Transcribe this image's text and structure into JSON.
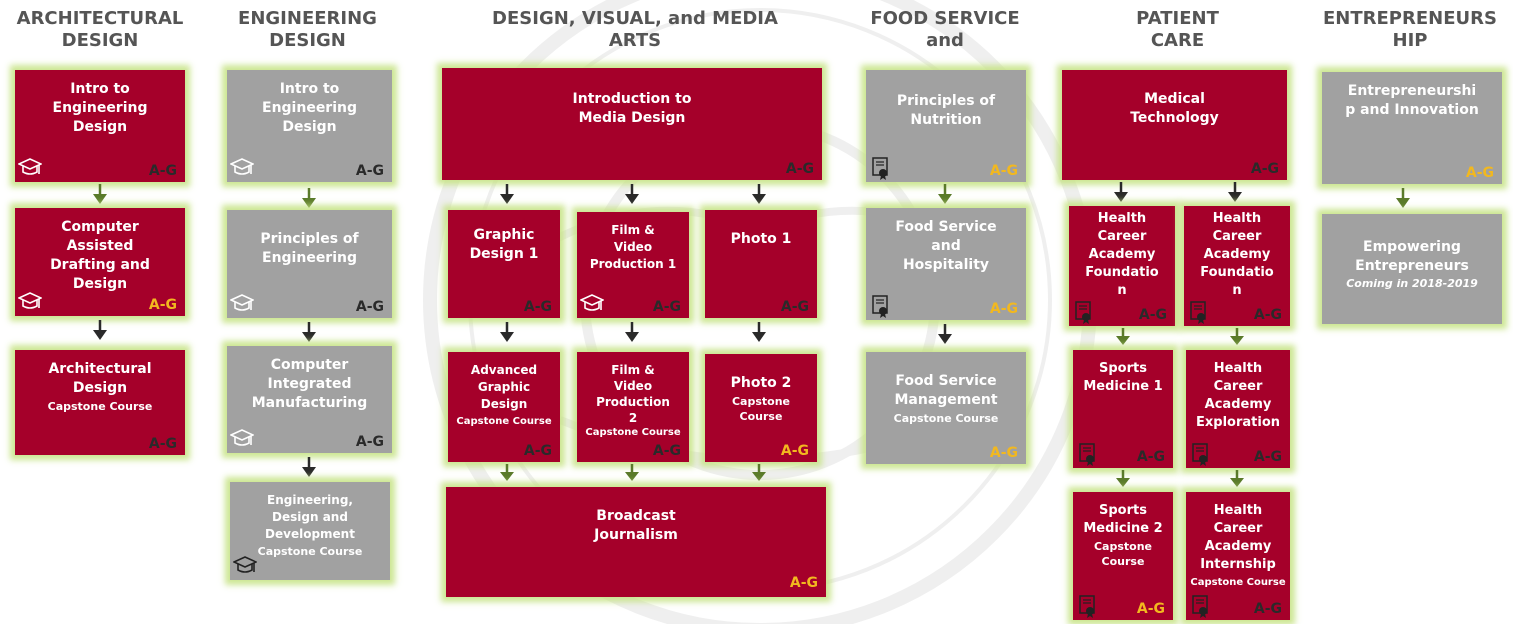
{
  "columns": {
    "arch": "ARCHITECTURAL\nDESIGN",
    "eng": "ENGINEERING\nDESIGN",
    "media": "DESIGN, VISUAL,   and MEDIA\nARTS",
    "food": "FOOD SERVICE\nand",
    "patient": "PATIENT\nCARE",
    "entre": "ENTREPRENEURS\nHIP"
  },
  "courses": {
    "intro_eng_a": {
      "title": "Intro to\nEngineering\nDesign",
      "grade": "A-G"
    },
    "cad": {
      "title": "Computer\nAssisted\nDrafting and\nDesign",
      "grade": "A-G"
    },
    "arch_design": {
      "title": "Architectural\nDesign",
      "note": "Capstone Course",
      "grade": "A-G"
    },
    "intro_eng_e": {
      "title": "Intro to\nEngineering\nDesign",
      "grade": "A-G"
    },
    "principles_eng": {
      "title": "Principles of\nEngineering",
      "grade": "A-G"
    },
    "cim": {
      "title": "Computer\nIntegrated\nManufacturing",
      "grade": "A-G"
    },
    "edd": {
      "title": "Engineering,\nDesign and\nDevelopment",
      "note": "Capstone Course"
    },
    "intro_media": {
      "title": "Introduction to\nMedia Design",
      "grade": "A-G"
    },
    "graphic1": {
      "title": "Graphic\nDesign 1",
      "grade": "A-G"
    },
    "film1": {
      "title": "Film &\nVideo\nProduction 1",
      "grade": "A-G"
    },
    "photo1": {
      "title": "Photo 1",
      "grade": "A-G"
    },
    "adv_graphic": {
      "title": "Advanced\nGraphic\nDesign",
      "note": "Capstone Course",
      "grade": "A-G"
    },
    "film2": {
      "title": "Film &\nVideo\nProduction\n2",
      "note": "Capstone Course",
      "grade": "A-G"
    },
    "photo2": {
      "title": "Photo 2",
      "note": "Capstone\nCourse",
      "grade": "A-G"
    },
    "broadcast": {
      "title": "Broadcast\nJournalism",
      "grade": "A-G"
    },
    "nutrition": {
      "title": "Principles of\nNutrition",
      "grade": "A-G"
    },
    "food_hosp": {
      "title": "Food Service\nand\nHospitality",
      "grade": "A-G"
    },
    "food_mgmt": {
      "title": "Food Service\nManagement",
      "note": "Capstone Course",
      "grade": "A-G"
    },
    "med_tech": {
      "title": "Medical\nTechnology",
      "grade": "A-G"
    },
    "hca_found_1": {
      "title": "Health\nCareer\nAcademy\nFoundatio\nn",
      "grade": "A-G"
    },
    "hca_found_2": {
      "title": "Health\nCareer\nAcademy\nFoundatio\nn",
      "grade": "A-G"
    },
    "sports1": {
      "title": "Sports\nMedicine 1",
      "grade": "A-G"
    },
    "hca_explore": {
      "title": "Health\nCareer\nAcademy\nExploration",
      "grade": "A-G"
    },
    "sports2": {
      "title": "Sports\nMedicine 2",
      "note": "Capstone\nCourse",
      "grade": "A-G"
    },
    "hca_intern": {
      "title": "Health\nCareer\nAcademy\nInternship",
      "note": "Capstone Course",
      "grade": "A-G"
    },
    "entre_innov": {
      "title": "Entrepreneurshi\np and Innovation",
      "grade": "A-G"
    },
    "empower": {
      "title": "Empowering\nEntrepreneurs",
      "coming": "Coming in 2018-2019"
    }
  },
  "icons": {
    "graduation": "graduation-cap-icon",
    "certificate": "certificate-icon"
  },
  "colors": {
    "course_red": "#a5002a",
    "course_gray": "#a1a1a1",
    "glow": "#c4e280",
    "grade_gold": "#f2b81f",
    "grade_dark": "#2a2a2a"
  }
}
